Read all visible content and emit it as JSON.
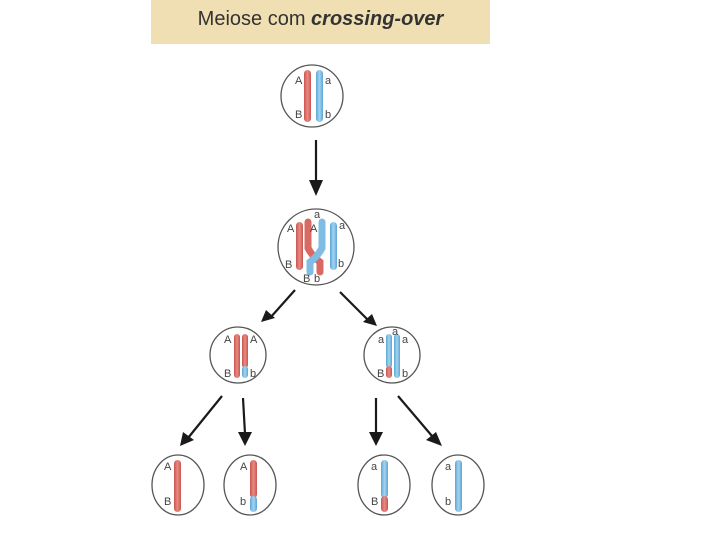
{
  "title": {
    "text_plain": "Meiose com ",
    "text_italic": "crossing-over"
  },
  "colors": {
    "red_chromosome": "#e0766f",
    "blue_chromosome": "#7fbde4",
    "banner": "#f0dfb2"
  },
  "labels": {
    "A": "A",
    "a": "a",
    "B": "B",
    "b": "b"
  }
}
